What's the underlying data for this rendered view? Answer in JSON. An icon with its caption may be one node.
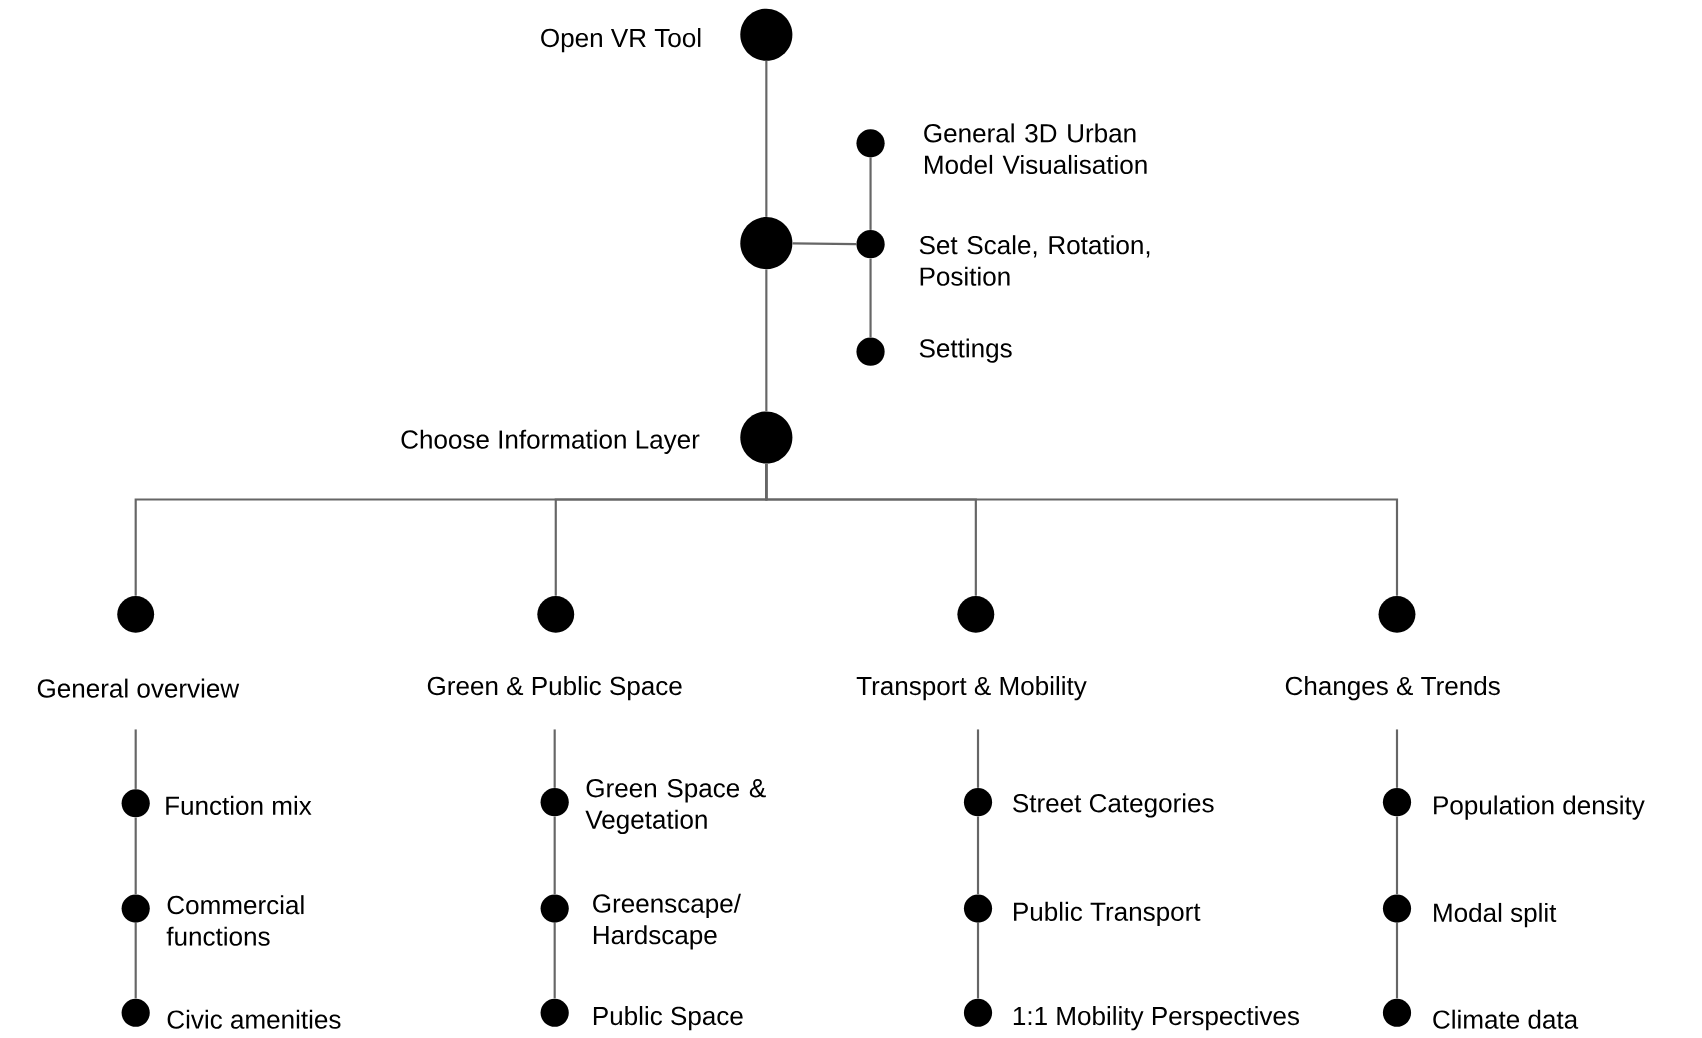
{
  "diagram": {
    "nodes": [
      {
        "text": [
          "Open VR Tool"
        ]
      },
      {
        "text": [],
        "shape": "circle"
      },
      {
        "text": [
          "General 3D Urban Model Visualisation"
        ]
      },
      {
        "text": [
          "Set Scale, Rotation, Position"
        ]
      },
      {
        "text": [
          "Settings"
        ]
      },
      {
        "text": [
          "Choose Information Layer"
        ]
      },
      {
        "text": [
          "General overview"
        ]
      },
      {
        "text": [
          "Green & Public Space"
        ]
      },
      {
        "text": [
          "Transport & Mobility"
        ]
      },
      {
        "text": [
          "Changes & Trends"
        ]
      },
      {
        "text": [
          "Function mix"
        ]
      },
      {
        "text": [
          "Commercial functions"
        ]
      },
      {
        "text": [
          "Civic amenities"
        ]
      },
      {
        "text": [
          "Green Space & Vegetation"
        ]
      },
      {
        "text": [
          "Greenscape/ Hardscape"
        ]
      },
      {
        "text": [
          "Public Space"
        ]
      },
      {
        "text": [
          "Street Categories"
        ]
      },
      {
        "text": [
          "Public Transport"
        ]
      },
      {
        "text": [
          "1:1 Mobility Perspectives"
        ]
      },
      {
        "text": [
          "Population density"
        ]
      },
      {
        "text": [
          "Modal split"
        ]
      },
      {
        "text": [
          "Climate data"
        ]
      }
    ],
    "edges": [
      {
        "from": 0,
        "to": 1,
        "arrow": "none"
      },
      {
        "from": 1,
        "to": 3,
        "arrow": "none"
      },
      {
        "from": 2,
        "to": 3,
        "arrow": "none"
      },
      {
        "from": 3,
        "to": 4,
        "arrow": "none"
      },
      {
        "from": 1,
        "to": 5,
        "arrow": "none"
      },
      {
        "from": 5,
        "to": 6,
        "arrow": "none"
      },
      {
        "from": 5,
        "to": 7,
        "arrow": "none"
      },
      {
        "from": 5,
        "to": 8,
        "arrow": "none"
      },
      {
        "from": 5,
        "to": 9,
        "arrow": "none"
      },
      {
        "from": 6,
        "to": 10,
        "arrow": "none"
      },
      {
        "from": 10,
        "to": 11,
        "arrow": "none"
      },
      {
        "from": 11,
        "to": 12,
        "arrow": "none"
      },
      {
        "from": 7,
        "to": 13,
        "arrow": "none"
      },
      {
        "from": 13,
        "to": 14,
        "arrow": "none"
      },
      {
        "from": 14,
        "to": 15,
        "arrow": "none"
      },
      {
        "from": 8,
        "to": 16,
        "arrow": "none"
      },
      {
        "from": 16,
        "to": 17,
        "arrow": "none"
      },
      {
        "from": 17,
        "to": 18,
        "arrow": "none"
      },
      {
        "from": 9,
        "to": 19,
        "arrow": "none"
      },
      {
        "from": 19,
        "to": 20,
        "arrow": "none"
      },
      {
        "from": 20,
        "to": 21,
        "arrow": "none"
      }
    ]
  }
}
